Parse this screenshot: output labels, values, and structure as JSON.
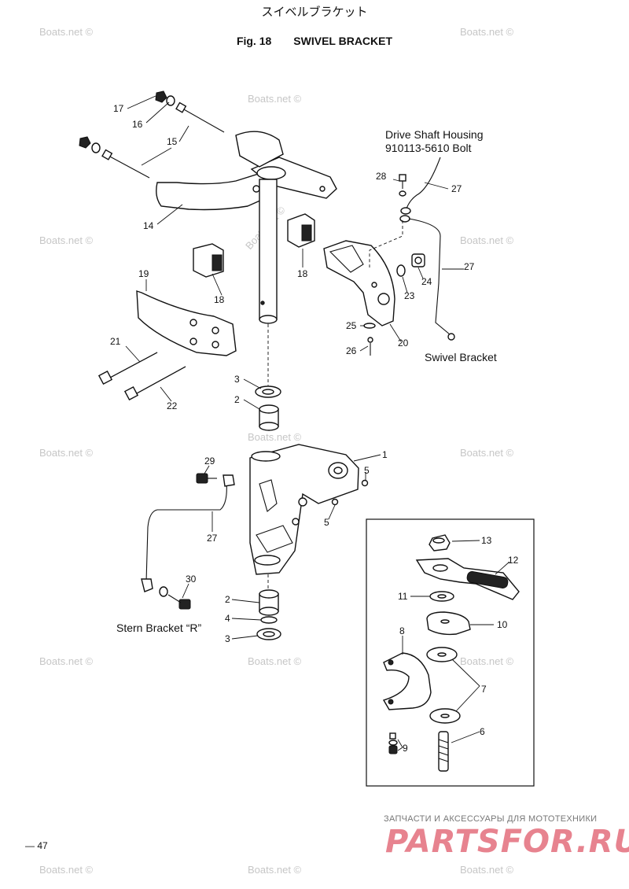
{
  "header": {
    "title_jp": "スイベルブラケット",
    "fig_label": "Fig. 18",
    "title_en": "SWIVEL BRACKET"
  },
  "captions": {
    "drive_shaft_line1": "Drive Shaft Housing",
    "drive_shaft_line2": "910113-5610 Bolt",
    "swivel_bracket": "Swivel Bracket",
    "stern_bracket": "Stern Bracket “R”"
  },
  "callouts": [
    "1",
    "2",
    "3",
    "5",
    "14",
    "15",
    "16",
    "17",
    "18",
    "19",
    "20",
    "21",
    "22",
    "23",
    "24",
    "25",
    "26",
    "27",
    "28",
    "29",
    "30",
    "4",
    "6",
    "7",
    "8",
    "9",
    "10",
    "11",
    "12",
    "13"
  ],
  "watermark": "Boats.net ©",
  "footer": {
    "page_number": "— 47",
    "shop_text": "ЗАПЧАСТИ И АКСЕССУАРЫ ДЛЯ МОТОТЕХНИКИ",
    "shop_logo": "PARTSFOR.RU"
  }
}
